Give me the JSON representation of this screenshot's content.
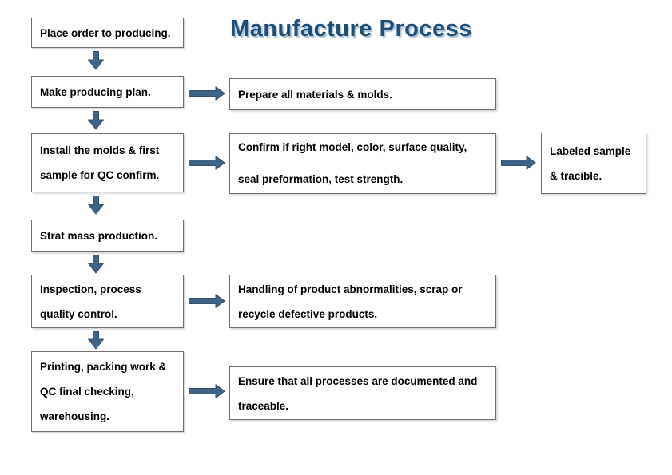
{
  "title": "Manufacture Process",
  "colors": {
    "title": "#1f4e79",
    "title_shadow": "#aec3d6",
    "arrow": "#3e6384",
    "arrow_outline": "#30516d",
    "box_border": "#6e6e6e",
    "text": "#000000",
    "background": "#ffffff"
  },
  "steps": [
    {
      "label": "Place order to producing."
    },
    {
      "label": "Make producing plan."
    },
    {
      "label": "Install the molds & first\nsample for QC confirm."
    },
    {
      "label": "Strat mass production."
    },
    {
      "label": "Inspection, process\nquality control."
    },
    {
      "label": "Printing, packing work &\nQC final checking,\nwarehousing."
    }
  ],
  "details": [
    {
      "label": "Prepare all materials & molds."
    },
    {
      "label": "Confirm if right model, color, surface quality,\nseal preformation, test strength."
    },
    {
      "label": "Handling of product abnormalities, scrap or\nrecycle defective products."
    },
    {
      "label": "Ensure that all processes are documented and\ntraceable."
    }
  ],
  "result": {
    "label": "Labeled sample\n& tracible."
  }
}
